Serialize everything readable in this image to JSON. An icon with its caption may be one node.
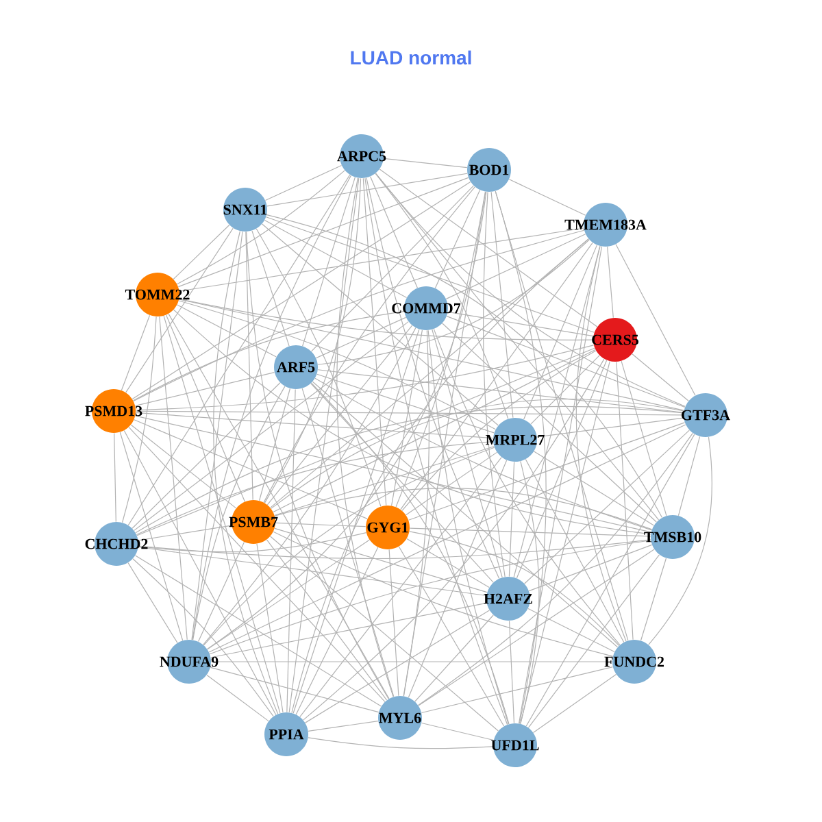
{
  "diagram": {
    "title": "LUAD normal",
    "nodes": [
      {
        "text": [
          "ARPC5"
        ]
      },
      {
        "text": [
          "BOD1"
        ]
      },
      {
        "text": [
          "SNX11"
        ]
      },
      {
        "text": [
          "TMEM183A"
        ]
      },
      {
        "text": [
          "TOMM22"
        ]
      },
      {
        "text": [
          "COMMD7"
        ]
      },
      {
        "text": [
          "CERS5"
        ]
      },
      {
        "text": [
          "ARF5"
        ]
      },
      {
        "text": [
          "PSMD13"
        ]
      },
      {
        "text": [
          "GTF3A"
        ]
      },
      {
        "text": [
          "MRPL27"
        ]
      },
      {
        "text": [
          "CHCHD2"
        ]
      },
      {
        "text": [
          "PSMB7"
        ]
      },
      {
        "text": [
          "GYG1"
        ]
      },
      {
        "text": [
          "TMSB10"
        ]
      },
      {
        "text": [
          "H2AFZ"
        ]
      },
      {
        "text": [
          "NDUFA9"
        ]
      },
      {
        "text": [
          "FUNDC2"
        ]
      },
      {
        "text": [
          "PPIA"
        ]
      },
      {
        "text": [
          "MYL6"
        ]
      },
      {
        "text": [
          "UFD1L"
        ]
      }
    ],
    "edges": [
      {
        "from": 0,
        "to": 1,
        "arrow": "none"
      },
      {
        "from": 0,
        "to": 2,
        "arrow": "none"
      },
      {
        "from": 0,
        "to": 4,
        "arrow": "none"
      },
      {
        "from": 0,
        "to": 5,
        "arrow": "none"
      },
      {
        "from": 0,
        "to": 6,
        "arrow": "none"
      },
      {
        "from": 0,
        "to": 7,
        "arrow": "none"
      },
      {
        "from": 0,
        "to": 9,
        "arrow": "none"
      },
      {
        "from": 0,
        "to": 10,
        "arrow": "none"
      },
      {
        "from": 0,
        "to": 11,
        "arrow": "none"
      },
      {
        "from": 0,
        "to": 12,
        "arrow": "none"
      },
      {
        "from": 0,
        "to": 13,
        "arrow": "none"
      },
      {
        "from": 0,
        "to": 14,
        "arrow": "none"
      },
      {
        "from": 0,
        "to": 15,
        "arrow": "none"
      },
      {
        "from": 0,
        "to": 16,
        "arrow": "none"
      },
      {
        "from": 0,
        "to": 18,
        "arrow": "none"
      },
      {
        "from": 0,
        "to": 19,
        "arrow": "none"
      },
      {
        "from": 0,
        "to": 20,
        "arrow": "none"
      },
      {
        "from": 1,
        "to": 2,
        "arrow": "none"
      },
      {
        "from": 1,
        "to": 3,
        "arrow": "none"
      },
      {
        "from": 1,
        "to": 4,
        "arrow": "none"
      },
      {
        "from": 1,
        "to": 5,
        "arrow": "none"
      },
      {
        "from": 1,
        "to": 7,
        "arrow": "none"
      },
      {
        "from": 1,
        "to": 8,
        "arrow": "none"
      },
      {
        "from": 1,
        "to": 10,
        "arrow": "none"
      },
      {
        "from": 1,
        "to": 12,
        "arrow": "none"
      },
      {
        "from": 1,
        "to": 13,
        "arrow": "none"
      },
      {
        "from": 1,
        "to": 15,
        "arrow": "none"
      },
      {
        "from": 1,
        "to": 16,
        "arrow": "none"
      },
      {
        "from": 1,
        "to": 17,
        "arrow": "none"
      },
      {
        "from": 1,
        "to": 19,
        "arrow": "none"
      },
      {
        "from": 1,
        "to": 20,
        "arrow": "none"
      },
      {
        "from": 2,
        "to": 4,
        "arrow": "none"
      },
      {
        "from": 2,
        "to": 5,
        "arrow": "none"
      },
      {
        "from": 2,
        "to": 6,
        "arrow": "none"
      },
      {
        "from": 2,
        "to": 7,
        "arrow": "none"
      },
      {
        "from": 2,
        "to": 8,
        "arrow": "none"
      },
      {
        "from": 2,
        "to": 10,
        "arrow": "none"
      },
      {
        "from": 2,
        "to": 12,
        "arrow": "none"
      },
      {
        "from": 2,
        "to": 13,
        "arrow": "none"
      },
      {
        "from": 2,
        "to": 14,
        "arrow": "none"
      },
      {
        "from": 2,
        "to": 16,
        "arrow": "none"
      },
      {
        "from": 2,
        "to": 18,
        "arrow": "none"
      },
      {
        "from": 2,
        "to": 19,
        "arrow": "none"
      },
      {
        "from": 3,
        "to": 4,
        "arrow": "none"
      },
      {
        "from": 3,
        "to": 5,
        "arrow": "none"
      },
      {
        "from": 3,
        "to": 6,
        "arrow": "none"
      },
      {
        "from": 3,
        "to": 7,
        "arrow": "none"
      },
      {
        "from": 3,
        "to": 8,
        "arrow": "none"
      },
      {
        "from": 3,
        "to": 9,
        "arrow": "none"
      },
      {
        "from": 3,
        "to": 10,
        "arrow": "none"
      },
      {
        "from": 3,
        "to": 12,
        "arrow": "none"
      },
      {
        "from": 3,
        "to": 13,
        "arrow": "none"
      },
      {
        "from": 3,
        "to": 15,
        "arrow": "none"
      },
      {
        "from": 3,
        "to": 17,
        "arrow": "none"
      },
      {
        "from": 3,
        "to": 18,
        "arrow": "none"
      },
      {
        "from": 3,
        "to": 20,
        "arrow": "none"
      },
      {
        "from": 4,
        "to": 6,
        "arrow": "none"
      },
      {
        "from": 4,
        "to": 7,
        "arrow": "none"
      },
      {
        "from": 4,
        "to": 8,
        "arrow": "none"
      },
      {
        "from": 4,
        "to": 9,
        "arrow": "none"
      },
      {
        "from": 4,
        "to": 10,
        "arrow": "none"
      },
      {
        "from": 4,
        "to": 11,
        "arrow": "none"
      },
      {
        "from": 4,
        "to": 12,
        "arrow": "none"
      },
      {
        "from": 4,
        "to": 14,
        "arrow": "none"
      },
      {
        "from": 4,
        "to": 16,
        "arrow": "none"
      },
      {
        "from": 4,
        "to": 18,
        "arrow": "none"
      },
      {
        "from": 4,
        "to": 19,
        "arrow": "none"
      },
      {
        "from": 5,
        "to": 6,
        "arrow": "none"
      },
      {
        "from": 5,
        "to": 7,
        "arrow": "none"
      },
      {
        "from": 5,
        "to": 8,
        "arrow": "none"
      },
      {
        "from": 5,
        "to": 9,
        "arrow": "none"
      },
      {
        "from": 5,
        "to": 11,
        "arrow": "none"
      },
      {
        "from": 5,
        "to": 12,
        "arrow": "none"
      },
      {
        "from": 5,
        "to": 13,
        "arrow": "none"
      },
      {
        "from": 5,
        "to": 14,
        "arrow": "none"
      },
      {
        "from": 5,
        "to": 15,
        "arrow": "none"
      },
      {
        "from": 5,
        "to": 16,
        "arrow": "none"
      },
      {
        "from": 5,
        "to": 17,
        "arrow": "none"
      },
      {
        "from": 5,
        "to": 18,
        "arrow": "none"
      },
      {
        "from": 5,
        "to": 19,
        "arrow": "none"
      },
      {
        "from": 5,
        "to": 20,
        "arrow": "none"
      },
      {
        "from": 6,
        "to": 8,
        "arrow": "none"
      },
      {
        "from": 6,
        "to": 9,
        "arrow": "none"
      },
      {
        "from": 6,
        "to": 10,
        "arrow": "none"
      },
      {
        "from": 6,
        "to": 11,
        "arrow": "none"
      },
      {
        "from": 6,
        "to": 12,
        "arrow": "none"
      },
      {
        "from": 6,
        "to": 13,
        "arrow": "none"
      },
      {
        "from": 6,
        "to": 14,
        "arrow": "none"
      },
      {
        "from": 6,
        "to": 15,
        "arrow": "none"
      },
      {
        "from": 6,
        "to": 17,
        "arrow": "none"
      },
      {
        "from": 6,
        "to": 18,
        "arrow": "none"
      },
      {
        "from": 6,
        "to": 20,
        "arrow": "none"
      },
      {
        "from": 7,
        "to": 8,
        "arrow": "none"
      },
      {
        "from": 7,
        "to": 9,
        "arrow": "none"
      },
      {
        "from": 7,
        "to": 10,
        "arrow": "none"
      },
      {
        "from": 7,
        "to": 11,
        "arrow": "none"
      },
      {
        "from": 7,
        "to": 12,
        "arrow": "none"
      },
      {
        "from": 7,
        "to": 14,
        "arrow": "none"
      },
      {
        "from": 7,
        "to": 15,
        "arrow": "none"
      },
      {
        "from": 7,
        "to": 16,
        "arrow": "none"
      },
      {
        "from": 7,
        "to": 17,
        "arrow": "none"
      },
      {
        "from": 7,
        "to": 18,
        "arrow": "none"
      },
      {
        "from": 7,
        "to": 19,
        "arrow": "none"
      },
      {
        "from": 7,
        "to": 20,
        "arrow": "none"
      },
      {
        "from": 8,
        "to": 9,
        "arrow": "none"
      },
      {
        "from": 8,
        "to": 10,
        "arrow": "none"
      },
      {
        "from": 8,
        "to": 11,
        "arrow": "none"
      },
      {
        "from": 8,
        "to": 12,
        "arrow": "none"
      },
      {
        "from": 8,
        "to": 13,
        "arrow": "none"
      },
      {
        "from": 8,
        "to": 14,
        "arrow": "none"
      },
      {
        "from": 8,
        "to": 16,
        "arrow": "none"
      },
      {
        "from": 8,
        "to": 18,
        "arrow": "none"
      },
      {
        "from": 8,
        "to": 19,
        "arrow": "none"
      },
      {
        "from": 9,
        "to": 10,
        "arrow": "none"
      },
      {
        "from": 9,
        "to": 11,
        "arrow": "none"
      },
      {
        "from": 9,
        "to": 12,
        "arrow": "none"
      },
      {
        "from": 9,
        "to": 13,
        "arrow": "none"
      },
      {
        "from": 9,
        "to": 14,
        "arrow": "none"
      },
      {
        "from": 9,
        "to": 15,
        "arrow": "none"
      },
      {
        "from": 9,
        "to": 16,
        "arrow": "none"
      },
      {
        "from": 9,
        "to": 17,
        "arrow": "none"
      },
      {
        "from": 9,
        "to": 19,
        "arrow": "none"
      },
      {
        "from": 9,
        "to": 20,
        "arrow": "none"
      },
      {
        "from": 10,
        "to": 11,
        "arrow": "none"
      },
      {
        "from": 10,
        "to": 12,
        "arrow": "none"
      },
      {
        "from": 10,
        "to": 13,
        "arrow": "none"
      },
      {
        "from": 10,
        "to": 14,
        "arrow": "none"
      },
      {
        "from": 10,
        "to": 15,
        "arrow": "none"
      },
      {
        "from": 10,
        "to": 16,
        "arrow": "none"
      },
      {
        "from": 10,
        "to": 17,
        "arrow": "none"
      },
      {
        "from": 10,
        "to": 18,
        "arrow": "none"
      },
      {
        "from": 10,
        "to": 19,
        "arrow": "none"
      },
      {
        "from": 10,
        "to": 20,
        "arrow": "none"
      },
      {
        "from": 11,
        "to": 12,
        "arrow": "none"
      },
      {
        "from": 11,
        "to": 13,
        "arrow": "none"
      },
      {
        "from": 11,
        "to": 14,
        "arrow": "none"
      },
      {
        "from": 11,
        "to": 15,
        "arrow": "none"
      },
      {
        "from": 11,
        "to": 16,
        "arrow": "none"
      },
      {
        "from": 11,
        "to": 18,
        "arrow": "none"
      },
      {
        "from": 11,
        "to": 19,
        "arrow": "none"
      },
      {
        "from": 12,
        "to": 13,
        "arrow": "none"
      },
      {
        "from": 12,
        "to": 14,
        "arrow": "none"
      },
      {
        "from": 12,
        "to": 15,
        "arrow": "none"
      },
      {
        "from": 12,
        "to": 16,
        "arrow": "none"
      },
      {
        "from": 12,
        "to": 17,
        "arrow": "none"
      },
      {
        "from": 12,
        "to": 18,
        "arrow": "none"
      },
      {
        "from": 12,
        "to": 19,
        "arrow": "none"
      },
      {
        "from": 12,
        "to": 20,
        "arrow": "none"
      },
      {
        "from": 13,
        "to": 14,
        "arrow": "none"
      },
      {
        "from": 13,
        "to": 15,
        "arrow": "none"
      },
      {
        "from": 13,
        "to": 16,
        "arrow": "none"
      },
      {
        "from": 13,
        "to": 17,
        "arrow": "none"
      },
      {
        "from": 13,
        "to": 18,
        "arrow": "none"
      },
      {
        "from": 13,
        "to": 19,
        "arrow": "none"
      },
      {
        "from": 13,
        "to": 20,
        "arrow": "none"
      },
      {
        "from": 14,
        "to": 15,
        "arrow": "none"
      },
      {
        "from": 14,
        "to": 16,
        "arrow": "none"
      },
      {
        "from": 14,
        "to": 17,
        "arrow": "none"
      },
      {
        "from": 14,
        "to": 19,
        "arrow": "none"
      },
      {
        "from": 14,
        "to": 20,
        "arrow": "none"
      },
      {
        "from": 15,
        "to": 16,
        "arrow": "none"
      },
      {
        "from": 15,
        "to": 17,
        "arrow": "none"
      },
      {
        "from": 15,
        "to": 18,
        "arrow": "none"
      },
      {
        "from": 15,
        "to": 19,
        "arrow": "none"
      },
      {
        "from": 15,
        "to": 20,
        "arrow": "none"
      },
      {
        "from": 16,
        "to": 17,
        "arrow": "none"
      },
      {
        "from": 16,
        "to": 18,
        "arrow": "none"
      },
      {
        "from": 16,
        "to": 19,
        "arrow": "none"
      },
      {
        "from": 17,
        "to": 19,
        "arrow": "none"
      },
      {
        "from": 17,
        "to": 20,
        "arrow": "none"
      },
      {
        "from": 18,
        "to": 19,
        "arrow": "none"
      },
      {
        "from": 18,
        "to": 20,
        "arrow": "none"
      },
      {
        "from": 19,
        "to": 20,
        "arrow": "none"
      }
    ]
  }
}
